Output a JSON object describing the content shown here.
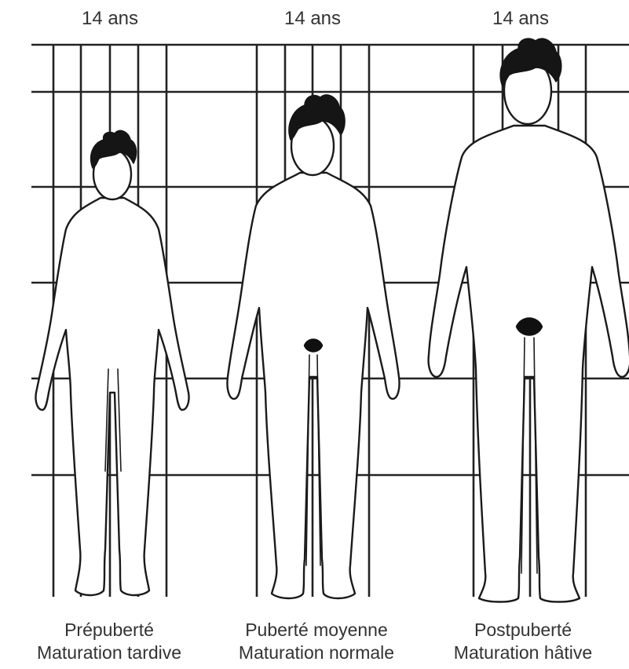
{
  "figures": [
    {
      "age": "14 ans",
      "stage": "Prépuberté",
      "maturation": "Maturation tardive"
    },
    {
      "age": "14 ans",
      "stage": "Puberté moyenne",
      "maturation": "Maturation normale"
    },
    {
      "age": "14 ans",
      "stage": "Postpuberté",
      "maturation": "Maturation hâtive"
    }
  ],
  "colors": {
    "line": "#1a1a1a",
    "grid": "#222222",
    "background": "#ffffff"
  }
}
